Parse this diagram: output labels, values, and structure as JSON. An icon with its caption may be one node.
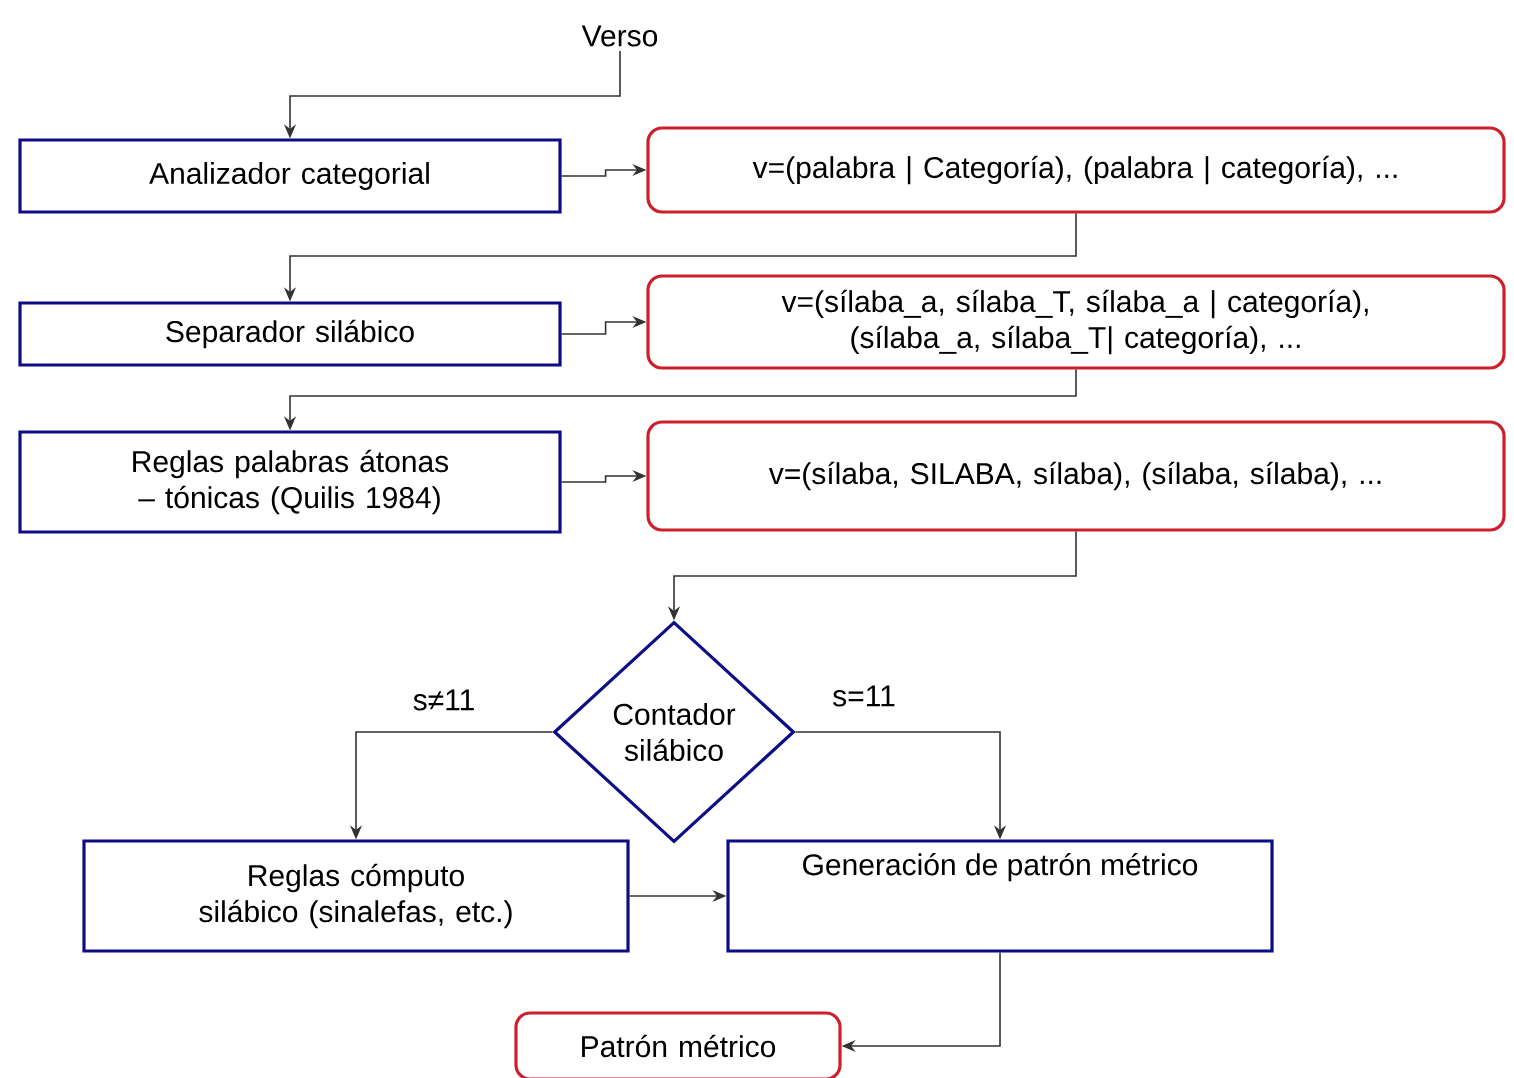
{
  "diagram": {
    "nodes": [
      {
        "text": [
          "Verso"
        ]
      },
      {
        "text": [
          "Analizador categorial"
        ]
      },
      {
        "text": [
          "v=(palabra | Categoría), (palabra | categoría), ..."
        ]
      },
      {
        "text": [
          "Separador silábico"
        ]
      },
      {
        "text": [
          "v=(sílaba_a, sílaba_T, sílaba_a | categoría), (sílaba_a, sílaba_T| categoría), ..."
        ]
      },
      {
        "text": [
          "Reglas palabras átonas – tónicas (Quilis 1984)"
        ]
      },
      {
        "text": [
          "v=(sílaba, SILABA, sílaba), (sílaba, sílaba), ..."
        ]
      },
      {
        "text": [
          "Contador silábico"
        ]
      },
      {
        "text": [
          "Reglas cómputo silábico (sinalefas, etc.)"
        ]
      },
      {
        "text": [
          "Generación de patrón métrico"
        ]
      },
      {
        "text": [
          "Patrón métrico"
        ]
      }
    ],
    "edges": [
      {
        "from": 0,
        "to": 1,
        "arrow": "to"
      },
      {
        "from": 1,
        "to": 2,
        "arrow": "to"
      },
      {
        "from": 2,
        "to": 3,
        "arrow": "to"
      },
      {
        "from": 3,
        "to": 4,
        "arrow": "to"
      },
      {
        "from": 4,
        "to": 5,
        "arrow": "to"
      },
      {
        "from": 5,
        "to": 6,
        "arrow": "to"
      },
      {
        "from": 6,
        "to": 7,
        "arrow": "to"
      },
      {
        "from": 7,
        "to": 8,
        "arrow": "to",
        "label": "s≠11"
      },
      {
        "from": 7,
        "to": 9,
        "arrow": "to",
        "label": "s=11"
      },
      {
        "from": 8,
        "to": 9,
        "arrow": "to"
      },
      {
        "from": 9,
        "to": 10,
        "arrow": "to"
      }
    ]
  }
}
